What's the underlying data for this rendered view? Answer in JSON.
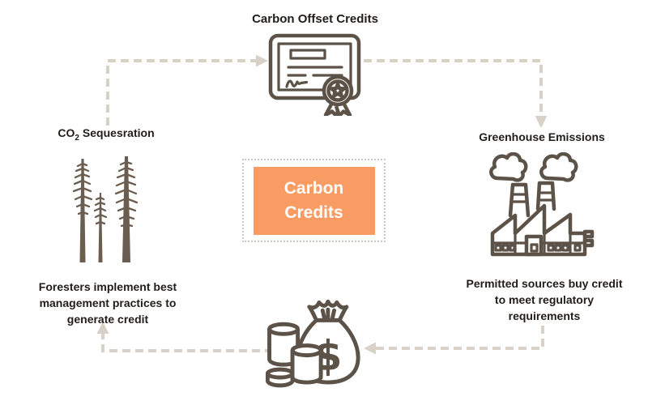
{
  "colors": {
    "background": "#ffffff",
    "text": "#211d19",
    "accent_orange": "#f99c64",
    "center_text": "#ffffff",
    "dotted_border": "#cdc7c0",
    "icon_stroke": "#5d5248",
    "tree_fill": "#6b5d50",
    "connector": "#d8d1c7"
  },
  "center_box": {
    "line1": "Carbon",
    "line2": "Credits"
  },
  "nodes": {
    "offset_credits": {
      "label": "Carbon Offset Credits",
      "icon": "certificate-icon"
    },
    "greenhouse_emissions": {
      "label": "Greenhouse Emissions",
      "icon": "factory-icon"
    },
    "co2_sequestration": {
      "label_main": "CO",
      "label_subscript": "2",
      "label_rest": "Sequesration",
      "icon": "trees-icon"
    },
    "permitted_sources": {
      "line1": "Permitted sources buy credit",
      "line2": "to meet regulatory",
      "line3": "requirements"
    },
    "foresters": {
      "line1": "Foresters implement best",
      "line2": "management practices to",
      "line3": "generate credit"
    },
    "money": {
      "icon": "money-bag-icon",
      "symbol": "$"
    }
  },
  "connectors": {
    "style": "dashed",
    "arrows": [
      {
        "from": "co2-sequestration",
        "to": "carbon-offset-credits"
      },
      {
        "from": "carbon-offset-credits",
        "to": "greenhouse-emissions"
      },
      {
        "from": "permitted-sources",
        "to": "money-bag"
      },
      {
        "from": "money-bag",
        "to": "foresters"
      }
    ]
  }
}
